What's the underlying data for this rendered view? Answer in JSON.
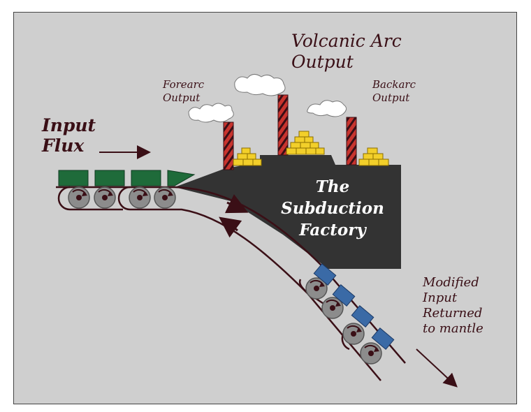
{
  "labels": {
    "input_flux": "Input\nFlux",
    "volcanic_arc": "Volcanic Arc\nOutput",
    "forearc": "Forearc\nOutput",
    "backarc": "Backarc\nOutput",
    "factory": "The\nSubduction\nFactory",
    "modified": "Modified\nInput\nReturned\nto mantle"
  },
  "colors": {
    "background": "#cfcfcf",
    "factory": "#333333",
    "belt": "#3a0f16",
    "green_car": "#1f6b3a",
    "blue_car": "#3a6aa6",
    "chimney": "#c8342e",
    "gold": "#f2cf2a",
    "roller": "#8c8c8c"
  }
}
